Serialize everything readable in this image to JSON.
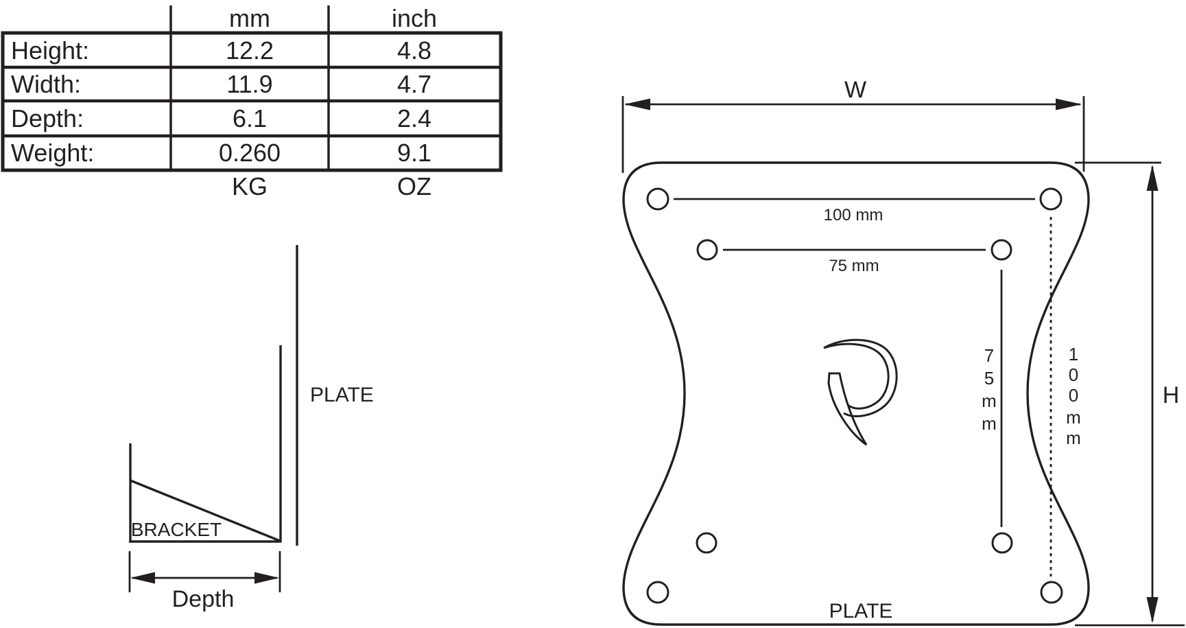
{
  "colors": {
    "ink": "#231f20",
    "background": "#ffffff"
  },
  "spec_table": {
    "unit_headers": {
      "metric": "mm",
      "imperial": "inch"
    },
    "rows": [
      {
        "label": "Height:",
        "metric": "12.2",
        "imperial": "4.8"
      },
      {
        "label": "Width:",
        "metric": "11.9",
        "imperial": "4.7"
      },
      {
        "label": "Depth:",
        "metric": "6.1",
        "imperial": "2.4"
      },
      {
        "label": "Weight:",
        "metric": "0.260",
        "imperial": "9.1"
      }
    ],
    "unit_footers": {
      "metric": "KG",
      "imperial": "OZ"
    }
  },
  "side_view": {
    "plate_label": "PLATE",
    "bracket_label": "BRACKET",
    "depth_label": "Depth"
  },
  "front_view": {
    "width_label": "W",
    "height_label": "H",
    "plate_label": "PLATE",
    "top_hole_spacing_label": "100 mm",
    "inner_hole_spacing_label": "75 mm",
    "side_inner_spacing_chars": [
      "7",
      "5",
      "m",
      "m"
    ],
    "side_outer_spacing_chars": [
      "1",
      "0",
      "0",
      "m",
      "m"
    ],
    "logo_icon": "p-logo"
  }
}
